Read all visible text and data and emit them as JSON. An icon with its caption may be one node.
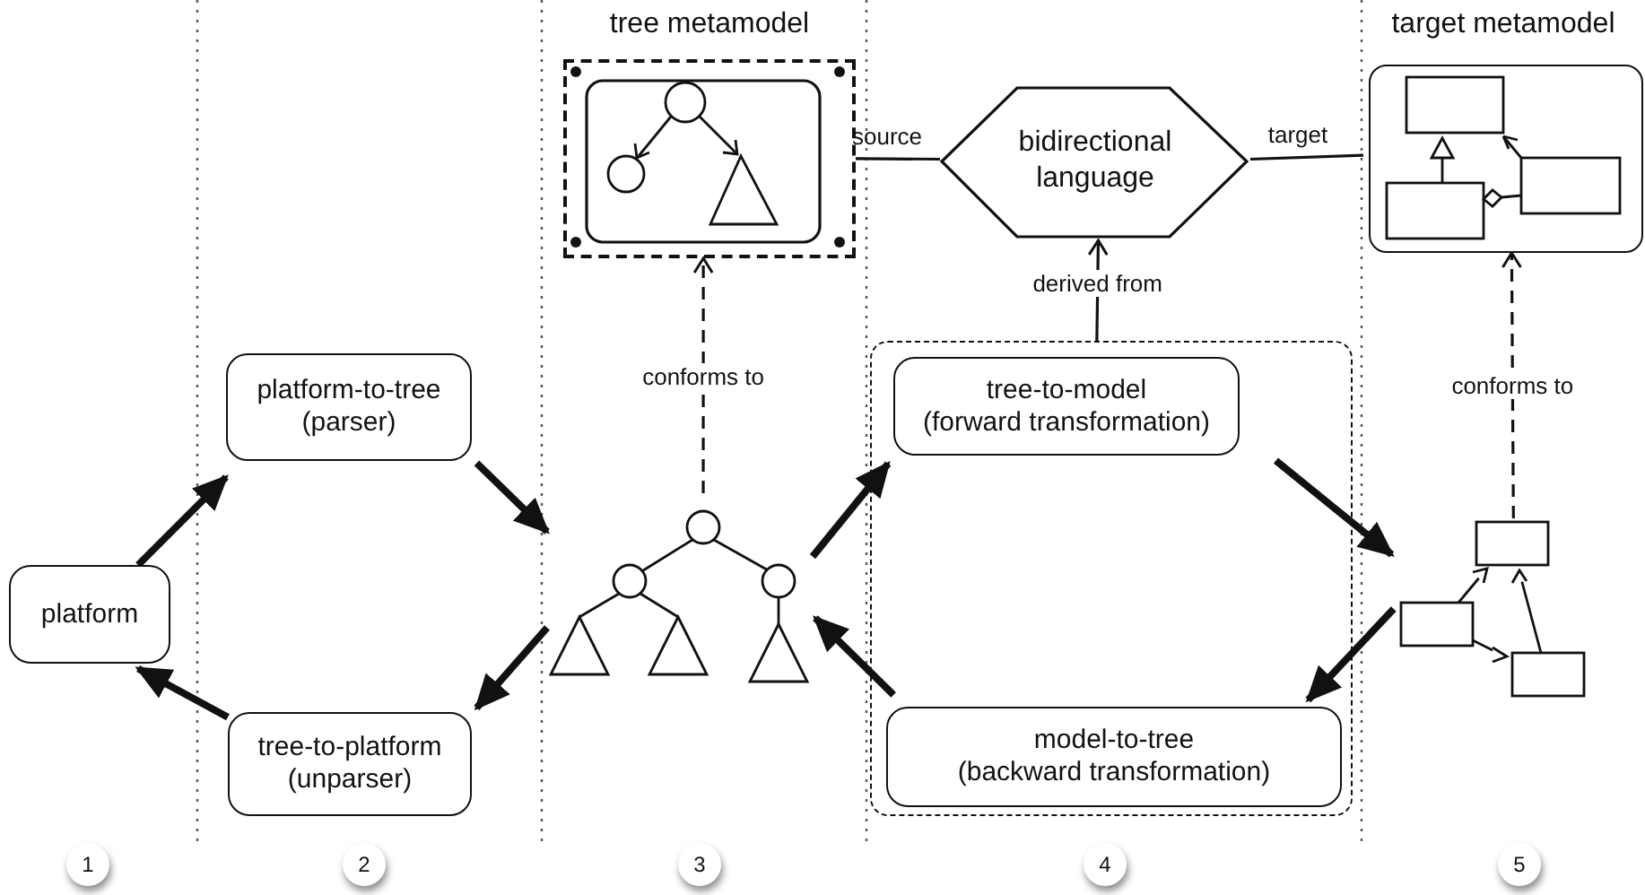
{
  "diagram": {
    "nodes": [
      {
        "text": [
          "tree metamodel"
        ]
      },
      {
        "text": [
          "bidirectional language"
        ]
      },
      {
        "text": [
          "target metamodel"
        ]
      },
      {
        "text": [
          "platform-to-tree (parser)"
        ]
      },
      {
        "text": [
          "platform"
        ]
      },
      {
        "text": [
          "tree-to-platform (unparser)"
        ]
      },
      {
        "text": [],
        "shape": "picture"
      },
      {
        "text": [],
        "shape": "box"
      },
      {
        "text": [
          "tree-to-model (forward transformation)"
        ],
        "in": 7
      },
      {
        "text": [
          "model-to-tree (backward transformation)"
        ],
        "in": 7
      },
      {
        "text": [],
        "shape": "picture"
      }
    ],
    "edges": [
      {
        "from": 6,
        "to": 0,
        "arrow": "to",
        "style": "dashed",
        "label": "conforms to"
      },
      {
        "from": 0,
        "to": 1,
        "arrow": "none",
        "label": "source"
      },
      {
        "from": 1,
        "to": 2,
        "arrow": "none",
        "label": "target"
      },
      {
        "from": 7,
        "to": 1,
        "arrow": "to",
        "label": "derived from"
      },
      {
        "from": 10,
        "to": 2,
        "arrow": "to",
        "style": "dashed",
        "label": "conforms to"
      },
      {
        "from": 4,
        "to": 3,
        "arrow": "to"
      },
      {
        "from": 3,
        "to": 6,
        "arrow": "to"
      },
      {
        "from": 6,
        "to": 5,
        "arrow": "to"
      },
      {
        "from": 5,
        "to": 4,
        "arrow": "to"
      },
      {
        "from": 6,
        "to": 8,
        "arrow": "to"
      },
      {
        "from": 8,
        "to": 10,
        "arrow": "to"
      },
      {
        "from": 10,
        "to": 9,
        "arrow": "to"
      },
      {
        "from": 9,
        "to": 6,
        "arrow": "to"
      }
    ],
    "labels": [
      "1",
      "2",
      "3",
      "4",
      "5"
    ]
  }
}
